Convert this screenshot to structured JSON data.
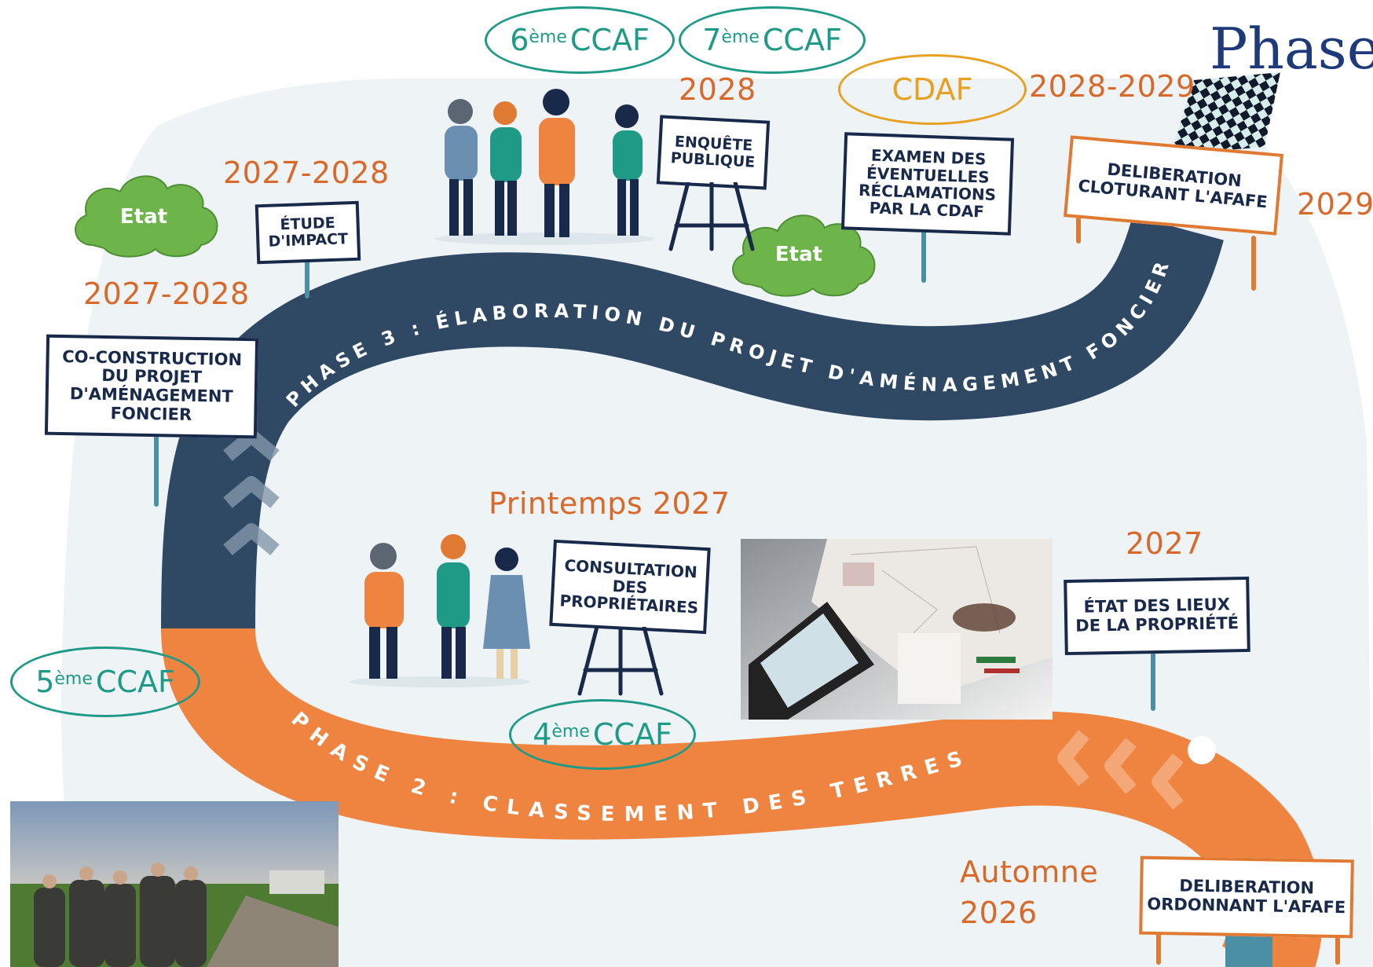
{
  "title": "Phase",
  "phases": {
    "phase3": "PHASE 3 : ÉLABORATION DU PROJET D'AMÉNAGEMENT FONCIER",
    "phase2": "PHASE 2 : CLASSEMENT DES TERRES"
  },
  "ccaf": {
    "c4": {
      "num": "4",
      "sup": "ème",
      "label": "CCAF"
    },
    "c5": {
      "num": "5",
      "sup": "ème",
      "label": "CCAF"
    },
    "c6": {
      "num": "6",
      "sup": "ème",
      "label": "CCAF"
    },
    "c7": {
      "num": "7",
      "sup": "ème",
      "label": "CCAF"
    }
  },
  "cdaf": "CDAF",
  "clouds": {
    "left": "Etat",
    "right": "Etat"
  },
  "dates": {
    "etude_impact": "2027-2028",
    "co_construction": "2027-2028",
    "enquete": "2028",
    "cdaf": "2028-2029",
    "cloture": "2029",
    "consultation": "Printemps 2027",
    "etat_lieux": "2027",
    "automne_1": "Automne",
    "automne_2": "2026"
  },
  "signs": {
    "etude_impact": [
      "ÉTUDE",
      "D'IMPACT"
    ],
    "co_construction": [
      "CO-CONSTRUCTION",
      "DU PROJET",
      "D'AMÉNAGEMENT",
      "FONCIER"
    ],
    "enquete": [
      "ENQUÊTE",
      "PUBLIQUE"
    ],
    "examen": [
      "EXAMEN DES",
      "ÉVENTUELLES",
      "RÉCLAMATIONS",
      "PAR LA CDAF"
    ],
    "deliberation_cloture": [
      "DELIBERATION",
      "CLOTURANT L'AFAFE"
    ],
    "consultation": [
      "CONSULTATION",
      "DES",
      "PROPRIÉTAIRES"
    ],
    "etat_lieux": [
      "ÉTAT DES LIEUX",
      "DE LA PROPRIÉTÉ"
    ],
    "deliberation_ordonnant": [
      "DELIBERATION",
      "ORDONNANT L'AFAFE"
    ]
  },
  "colors": {
    "navy_road": "#2f4863",
    "orange_road": "#ef8340",
    "teal": "#1e9a87",
    "orange_text": "#d9692a",
    "cdaf_orange": "#e8a020",
    "cloud_green": "#6db54b",
    "background_blob": "#eef3f6"
  },
  "icons": [
    "people-group-icon",
    "easel-icon",
    "checkered-flag-icon",
    "chevron-arrow-icon",
    "cloud-icon"
  ]
}
